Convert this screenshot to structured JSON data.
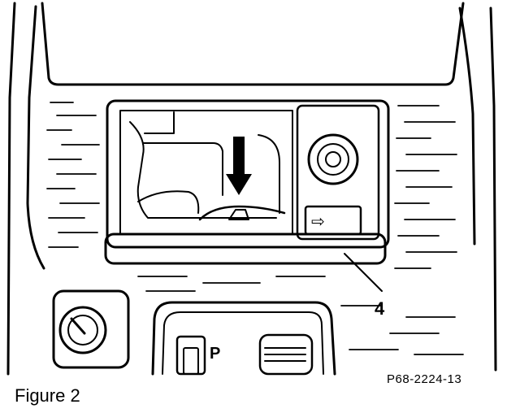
{
  "diagram": {
    "caption": "Figure 2",
    "reference_code": "P68-2224-13",
    "callouts": [
      {
        "number": "4",
        "target": "ashtray-drawer"
      }
    ],
    "gear_indicator": "P",
    "arrow_symbol": "⇨",
    "colors": {
      "line": "#000000",
      "background": "#ffffff"
    }
  }
}
